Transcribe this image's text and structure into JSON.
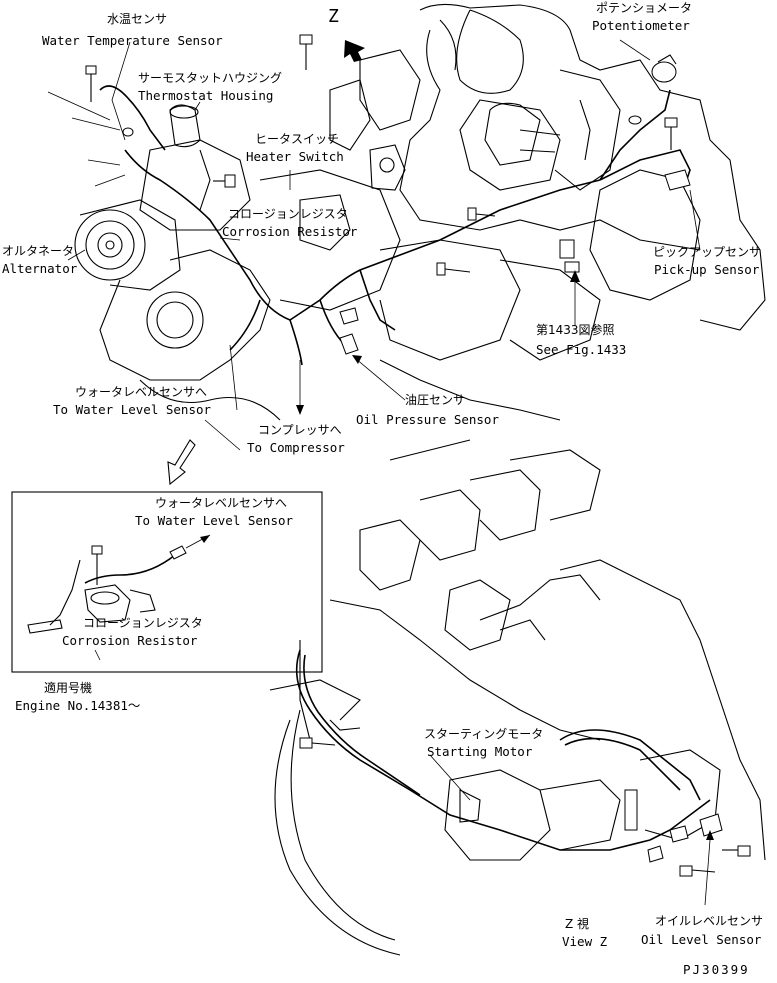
{
  "labels": {
    "water_temp_jp": "水温センサ",
    "water_temp_en": "Water Temperature Sensor",
    "thermostat_jp": "サーモスタットハウジング",
    "thermostat_en": "Thermostat Housing",
    "heater_jp": "ヒータスイッチ",
    "heater_en": "Heater Switch",
    "corrosion_jp": "コロージョンレジスタ",
    "corrosion_en": "Corrosion Resistor",
    "alternator_jp": "オルタネータ",
    "alternator_en": "Alternator",
    "view_z_letter": "Z",
    "potentiometer_jp": "ポテンショメータ",
    "potentiometer_en": "Potentiometer",
    "pickup_jp": "ピックアップセンサ",
    "pickup_en": "Pick-up Sensor",
    "see_fig_jp": "第1433図参照",
    "see_fig_en": "See Fig.1433",
    "oil_pressure_jp": "油圧センサ",
    "oil_pressure_en": "Oil Pressure Sensor",
    "water_level_jp": "ウォータレベルセンサへ",
    "water_level_en": "To Water Level Sensor",
    "compressor_jp": "コンプレッサへ",
    "compressor_en": "To Compressor",
    "inset_water_level_jp": "ウォータレベルセンサへ",
    "inset_water_level_en": "To Water Level Sensor",
    "inset_corrosion_jp": "コロージョンレジスタ",
    "inset_corrosion_en": "Corrosion Resistor",
    "applicable_jp": "適用号機",
    "engine_no": "Engine No.14381～",
    "starting_motor_jp": "スターティングモータ",
    "starting_motor_en": "Starting Motor",
    "view_z_jp": "Z 視",
    "view_z_en": "View Z",
    "oil_level_jp": "オイルレベルセンサ",
    "oil_level_en": "Oil Level Sensor",
    "drawing_no": "PJ30399"
  }
}
